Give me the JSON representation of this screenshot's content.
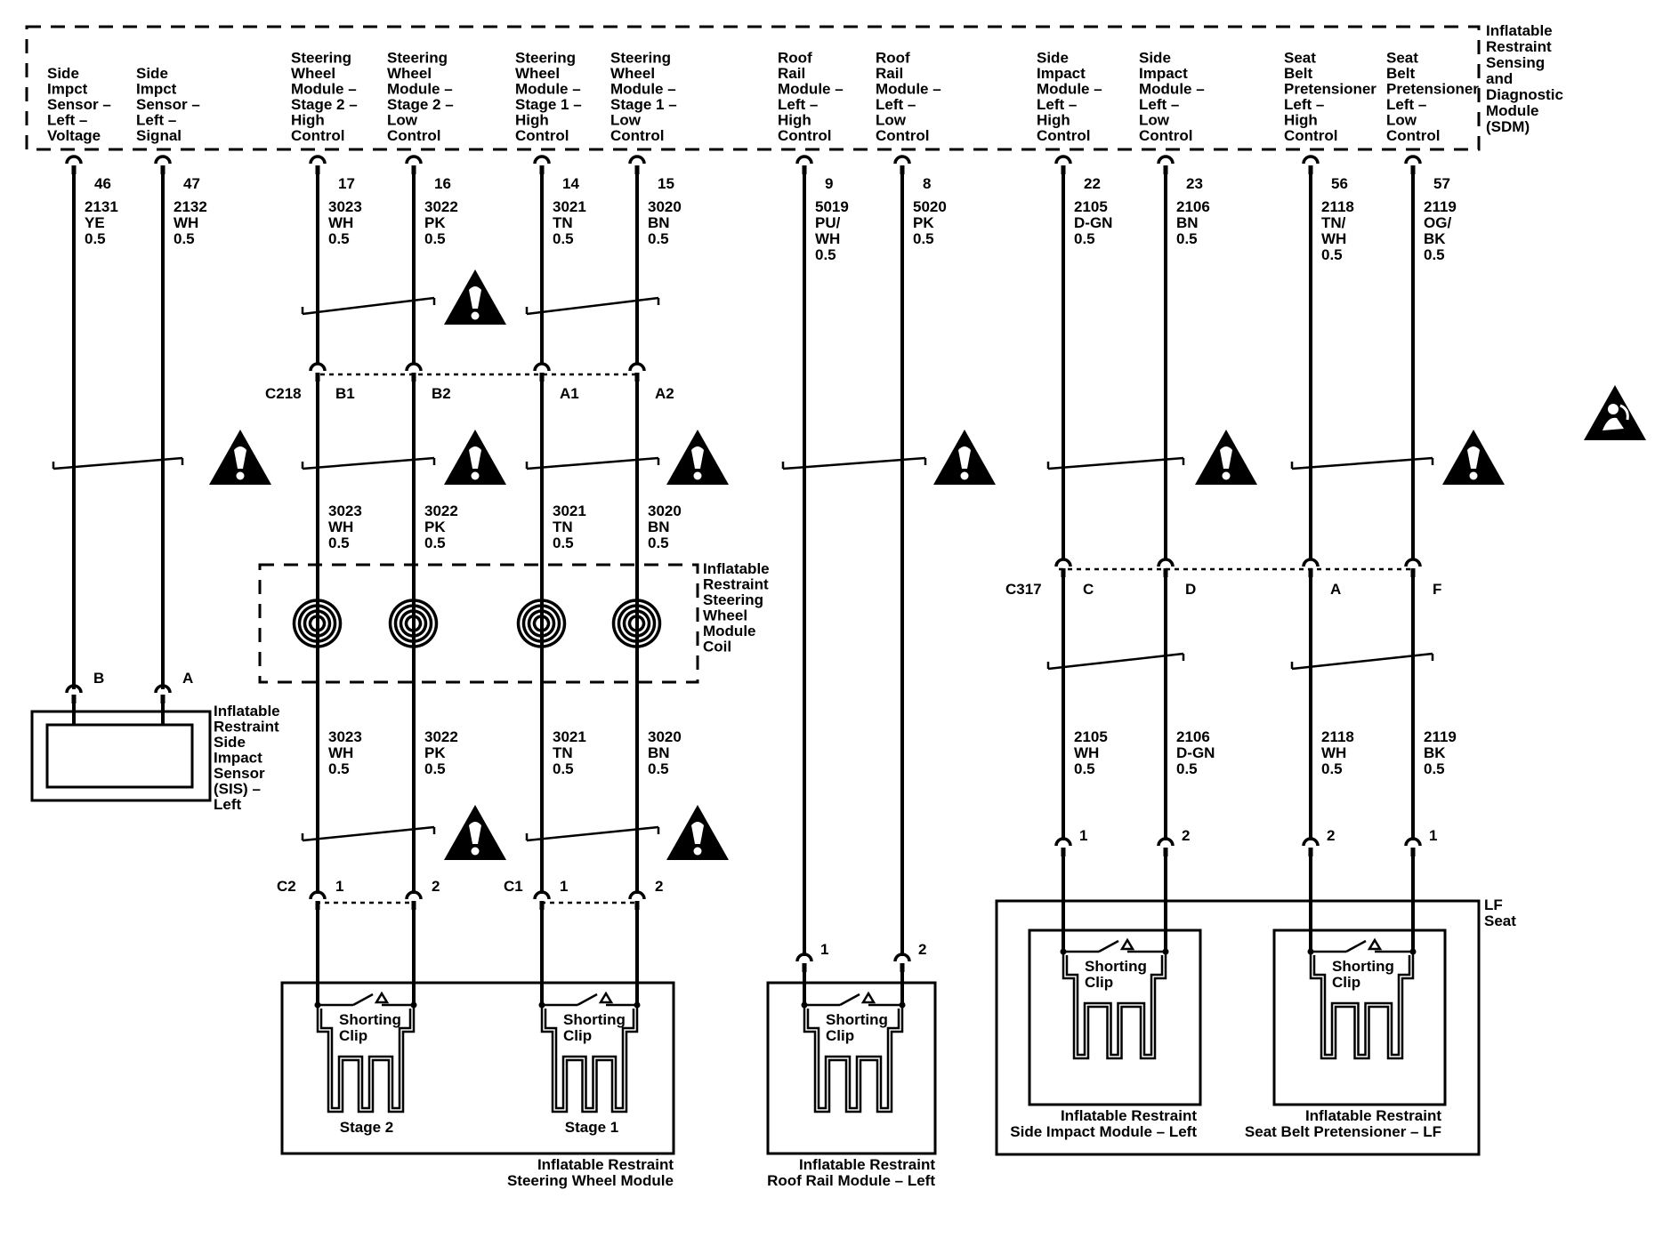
{
  "sdm": {
    "title": [
      "Inflatable",
      "Restraint",
      "Sensing",
      "and",
      "Diagnostic",
      "Module",
      "(SDM)"
    ],
    "terminals": [
      {
        "label": [
          "Side",
          "Impct",
          "Sensor –",
          "Left –",
          "Voltage"
        ],
        "pin": "46",
        "circuit": [
          "2131",
          "YE",
          "0.5"
        ]
      },
      {
        "label": [
          "Side",
          "Impct",
          "Sensor –",
          "Left –",
          "Signal"
        ],
        "pin": "47",
        "circuit": [
          "2132",
          "WH",
          "0.5"
        ]
      },
      {
        "label": [
          "Steering",
          "Wheel",
          "Module –",
          "Stage 2 –",
          "High",
          "Control"
        ],
        "pin": "17",
        "circuit": [
          "3023",
          "WH",
          "0.5"
        ]
      },
      {
        "label": [
          "Steering",
          "Wheel",
          "Module –",
          "Stage 2 –",
          "Low",
          "Control"
        ],
        "pin": "16",
        "circuit": [
          "3022",
          "PK",
          "0.5"
        ]
      },
      {
        "label": [
          "Steering",
          "Wheel",
          "Module –",
          "Stage 1 –",
          "High",
          "Control"
        ],
        "pin": "14",
        "circuit": [
          "3021",
          "TN",
          "0.5"
        ]
      },
      {
        "label": [
          "Steering",
          "Wheel",
          "Module –",
          "Stage 1 –",
          "Low",
          "Control"
        ],
        "pin": "15",
        "circuit": [
          "3020",
          "BN",
          "0.5"
        ]
      },
      {
        "label": [
          "Roof",
          "Rail",
          "Module –",
          "Left –",
          "High",
          "Control"
        ],
        "pin": "9",
        "circuit": [
          "5019",
          "PU/",
          "WH",
          "0.5"
        ]
      },
      {
        "label": [
          "Roof",
          "Rail",
          "Module –",
          "Left –",
          "Low",
          "Control"
        ],
        "pin": "8",
        "circuit": [
          "5020",
          "PK",
          "0.5"
        ]
      },
      {
        "label": [
          "Side",
          "Impact",
          "Module –",
          "Left –",
          "High",
          "Control"
        ],
        "pin": "22",
        "circuit": [
          "2105",
          "D-GN",
          "0.5"
        ]
      },
      {
        "label": [
          "Side",
          "Impact",
          "Module –",
          "Left –",
          "Low",
          "Control"
        ],
        "pin": "23",
        "circuit": [
          "2106",
          "BN",
          "0.5"
        ]
      },
      {
        "label": [
          "Seat",
          "Belt",
          "Pretensioner",
          "Left –",
          "High",
          "Control"
        ],
        "pin": "56",
        "circuit": [
          "2118",
          "TN/",
          "WH",
          "0.5"
        ]
      },
      {
        "label": [
          "Seat",
          "Belt",
          "Pretensioner",
          "Left –",
          "Low",
          "Control"
        ],
        "pin": "57",
        "circuit": [
          "2119",
          "OG/",
          "BK",
          "0.5"
        ]
      }
    ]
  },
  "connectors": {
    "c218": {
      "name": "C218",
      "pins": [
        "B1",
        "B2",
        "A1",
        "A2"
      ]
    },
    "c317": {
      "name": "C317",
      "pins": [
        "C",
        "D",
        "A",
        "F"
      ]
    },
    "c2": {
      "name": "C2",
      "pins": [
        "1",
        "2"
      ]
    },
    "c1": {
      "name": "C1",
      "pins": [
        "1",
        "2"
      ]
    },
    "roof_rail_pins": [
      "1",
      "2"
    ],
    "side_impact_pins": [
      "1",
      "2"
    ],
    "pretensioner_pins": [
      "2",
      "1"
    ],
    "sis_pins": [
      "B",
      "A"
    ]
  },
  "mid_circuits": [
    [
      "3023",
      "WH",
      "0.5"
    ],
    [
      "3022",
      "PK",
      "0.5"
    ],
    [
      "3021",
      "TN",
      "0.5"
    ],
    [
      "3020",
      "BN",
      "0.5"
    ]
  ],
  "coil_circuits": [
    [
      "3023",
      "WH",
      "0.5"
    ],
    [
      "3022",
      "PK",
      "0.5"
    ],
    [
      "3021",
      "TN",
      "0.5"
    ],
    [
      "3020",
      "BN",
      "0.5"
    ]
  ],
  "seat_circuits": [
    [
      "2105",
      "WH",
      "0.5"
    ],
    [
      "2106",
      "D-GN",
      "0.5"
    ],
    [
      "2118",
      "WH",
      "0.5"
    ],
    [
      "2119",
      "BK",
      "0.5"
    ]
  ],
  "components": {
    "coil": [
      "Inflatable",
      "Restraint",
      "Steering",
      "Wheel",
      "Module",
      "Coil"
    ],
    "sis": [
      "Inflatable",
      "Restraint",
      "Side",
      "Impact",
      "Sensor",
      "(SIS) –",
      "Left"
    ],
    "steering_module": [
      "Inflatable Restraint",
      "Steering Wheel Module"
    ],
    "stage2": "Stage 2",
    "stage1": "Stage 1",
    "roof_rail_module": [
      "Inflatable Restraint",
      "Roof Rail Module – Left"
    ],
    "seat": [
      "LF",
      "Seat"
    ],
    "side_impact_module": [
      "Inflatable Restraint",
      "Side Impact Module – Left"
    ],
    "pretensioner": [
      "Inflatable Restraint",
      "Seat Belt Pretensioner – LF"
    ],
    "shorting_clip": [
      "Shorting",
      "Clip"
    ]
  },
  "icons": {
    "warning": "warning-triangle-icon",
    "airbag": "airbag-symbol-icon",
    "coil": "coil-spiral-icon",
    "shorting_clip": "shorting-clip-icon",
    "squib": "squib-icon"
  }
}
